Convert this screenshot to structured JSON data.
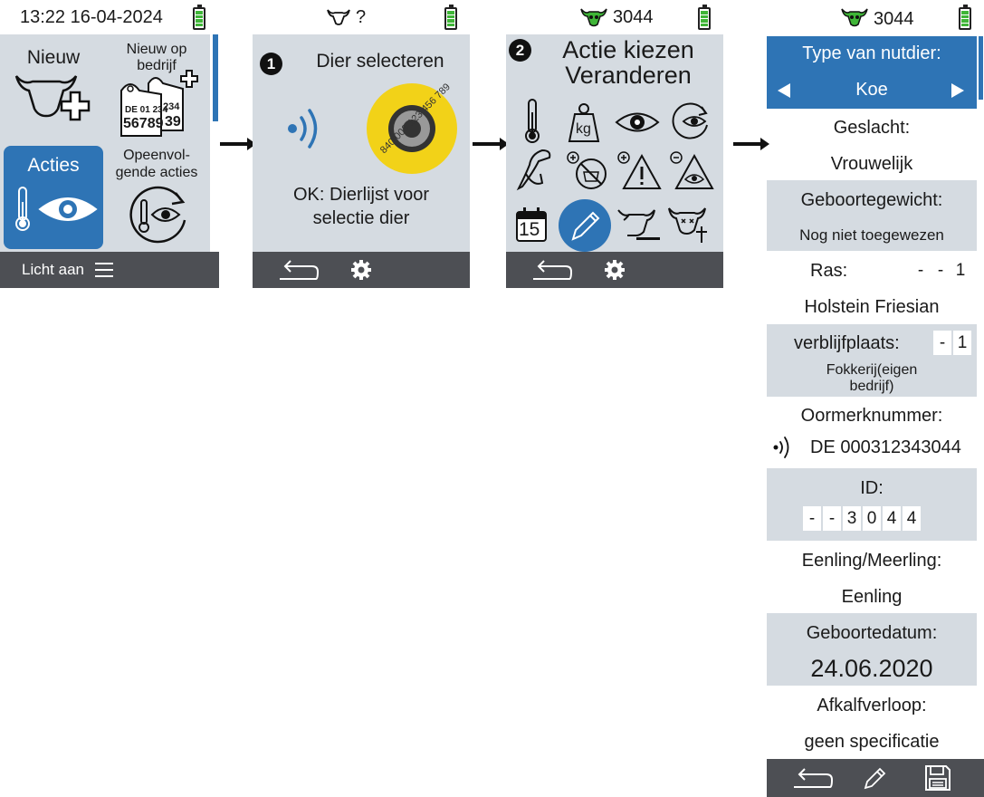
{
  "screen1": {
    "status_time": "13:22 16-04-2024",
    "tiles": {
      "new": "Nieuw",
      "new_on_farm_line1": "Nieuw op",
      "new_on_farm_line2": "bedrijf",
      "actions": "Acties",
      "followup_line1": "Opeenvol-",
      "followup_line2": "gende acties"
    },
    "tag_text_line1": "DE 01 234",
    "tag_text_line2": "56789",
    "tag_text_back1": "234",
    "tag_text_back2": "39",
    "footer_label": "Licht aan"
  },
  "screen2": {
    "status_label": "?",
    "step": "1",
    "title": "Dier selecteren",
    "tag_digits": "840 003 123 456 789",
    "message_line1": "OK: Dierlijst voor",
    "message_line2": "selectie dier"
  },
  "screen3": {
    "status_id": "3044",
    "step": "2",
    "title_line1": "Actie kiezen",
    "title_line2": "Veranderen",
    "calendar_day": "15",
    "weight_unit": "kg"
  },
  "screen4": {
    "status_id": "3044",
    "type_label": "Type van nutdier:",
    "type_value": "Koe",
    "sex_label": "Geslacht:",
    "sex_value": "Vrouwelijk",
    "birth_weight_label": "Geboortegewicht:",
    "birth_weight_value": "Nog niet toegewezen",
    "breed_label": "Ras:",
    "breed_boxes": [
      "-",
      "-",
      "1"
    ],
    "breed_value": "Holstein Friesian",
    "location_label": "verblijfplaats:",
    "location_boxes": [
      "-",
      "1"
    ],
    "location_value_line1": "Fokkerij(eigen",
    "location_value_line2": "bedrijf)",
    "ear_tag_label": "Oormerknummer:",
    "ear_tag_value": "DE 000312343044",
    "id_label": "ID:",
    "id_boxes": [
      "-",
      "-",
      "3",
      "0",
      "4",
      "4"
    ],
    "litter_label": "Eenling/Meerling:",
    "litter_value": "Eenling",
    "birthdate_label": "Geboortedatum:",
    "birthdate_value": "24.06.2020",
    "calving_label": "Afkalfverloop:",
    "calving_value": "geen specificatie"
  },
  "colors": {
    "accent_blue": "#2e74b5",
    "panel_grey": "#d5dbe1",
    "footer_dark": "#4d4f54",
    "battery_green": "#3fb537",
    "tag_yellow": "#f2d218"
  },
  "icons": [
    "battery-icon",
    "cow-plus-icon",
    "ear-tags-plus-icon",
    "thermometer-icon",
    "eye-icon",
    "cycle-icon",
    "nfc-icon",
    "ear-tag-icon",
    "cow-head-icon",
    "weight-icon",
    "stork-icon",
    "milk-crossed-icon",
    "warning-plus-icon",
    "eye-triangle-icon",
    "calendar-icon",
    "pencil-icon",
    "cow-minus-icon",
    "cow-dead-icon",
    "back-icon",
    "gear-icon",
    "menu-icon",
    "save-icon"
  ]
}
